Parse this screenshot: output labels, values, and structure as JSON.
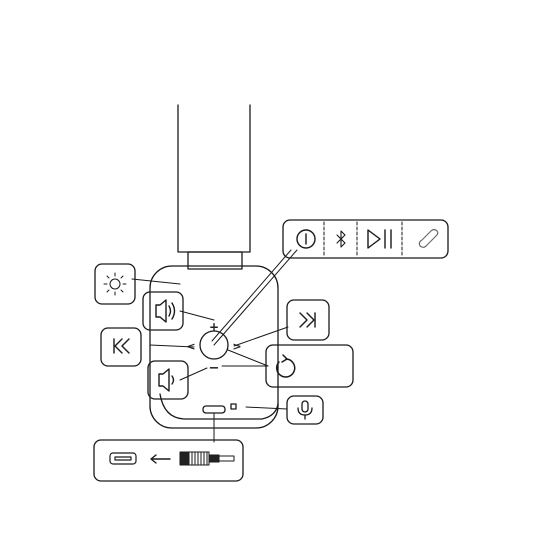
{
  "diagram": {
    "colors": {
      "stroke": "#1a1a1a",
      "fill": "#ffffff",
      "detail": "#555555"
    },
    "controls": {
      "plus": "+",
      "minus": "−",
      "left": "<",
      "right": ">"
    },
    "callouts": [
      {
        "id": "light",
        "icon": "sun-icon"
      },
      {
        "id": "volume-up",
        "icon": "speaker-loud-icon"
      },
      {
        "id": "previous",
        "icon": "skip-back-icon"
      },
      {
        "id": "volume-down",
        "icon": "speaker-quiet-icon"
      },
      {
        "id": "next",
        "icon": "skip-forward-icon"
      },
      {
        "id": "reset",
        "icon": "circular-arrow-icon"
      },
      {
        "id": "microphone",
        "icon": "microphone-icon"
      },
      {
        "id": "function-strip",
        "icons": [
          "power-icon",
          "bluetooth-icon",
          "play-pause-icon",
          "phone-icon"
        ]
      },
      {
        "id": "usb-port",
        "icons": [
          "usb-port-icon",
          "arrow-left-icon",
          "usb-cable-icon"
        ]
      }
    ]
  }
}
